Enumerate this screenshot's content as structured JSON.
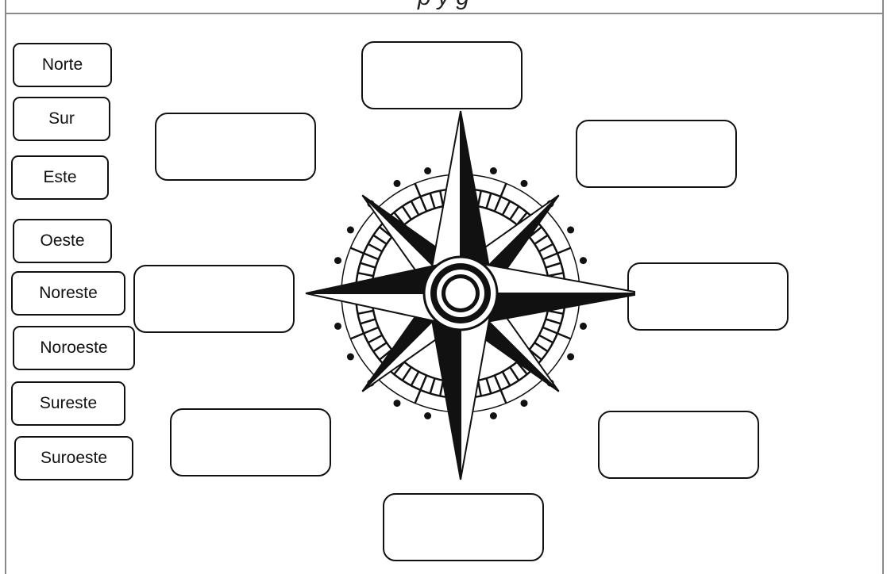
{
  "header": {
    "partial_text": "p                    y                  g"
  },
  "word_bank": [
    "Norte",
    "Sur",
    "Este",
    "Oeste",
    "Noreste",
    "Noroeste",
    "Sureste",
    "Suroeste"
  ],
  "drop_zones": [
    "north",
    "northwest",
    "northeast",
    "west",
    "east",
    "southwest",
    "southeast",
    "south"
  ],
  "colors": {
    "ink": "#111111",
    "frame": "#8a8a8a"
  },
  "compass_icon": "compass-rose-icon"
}
